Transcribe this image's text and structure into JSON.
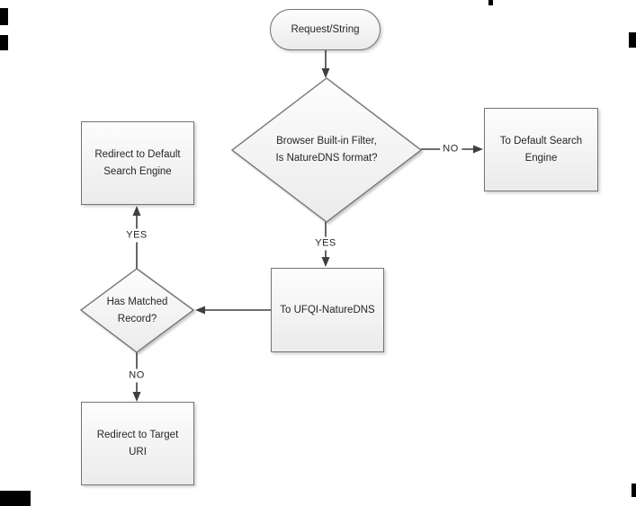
{
  "diagram": {
    "type": "flowchart",
    "nodes": {
      "request": {
        "shape": "terminator",
        "label": "Request/String"
      },
      "filter_decision": {
        "shape": "decision",
        "line1": "Browser Built-in Filter,",
        "line2": "Is NatureDNS format?"
      },
      "default_search": {
        "shape": "process",
        "line1": "To Default Search",
        "line2": "Engine"
      },
      "redirect_default": {
        "shape": "process",
        "line1": "Redirect to Default",
        "line2": "Search Engine"
      },
      "ufqi": {
        "shape": "process",
        "label": "To UFQI-NatureDNS"
      },
      "match_decision": {
        "shape": "decision",
        "line1": "Has Matched",
        "line2": "Record?"
      },
      "redirect_target": {
        "shape": "process",
        "line1": "Redirect to Target",
        "line2": "URI"
      }
    },
    "edges": [
      {
        "from": "request",
        "to": "filter_decision",
        "label": ""
      },
      {
        "from": "filter_decision",
        "to": "default_search",
        "label": "NO"
      },
      {
        "from": "filter_decision",
        "to": "ufqi",
        "label": "YES"
      },
      {
        "from": "ufqi",
        "to": "match_decision",
        "label": ""
      },
      {
        "from": "match_decision",
        "to": "redirect_default",
        "label": "YES"
      },
      {
        "from": "match_decision",
        "to": "redirect_target",
        "label": "NO"
      }
    ]
  },
  "theme": {
    "background": "#ffffff",
    "shape_border": "#757575",
    "shape_fill_top": "#fdfdfd",
    "shape_fill_bottom": "#ebebeb",
    "connector": "#3f3f3f",
    "text": "#262626",
    "artifact": "#000000"
  }
}
